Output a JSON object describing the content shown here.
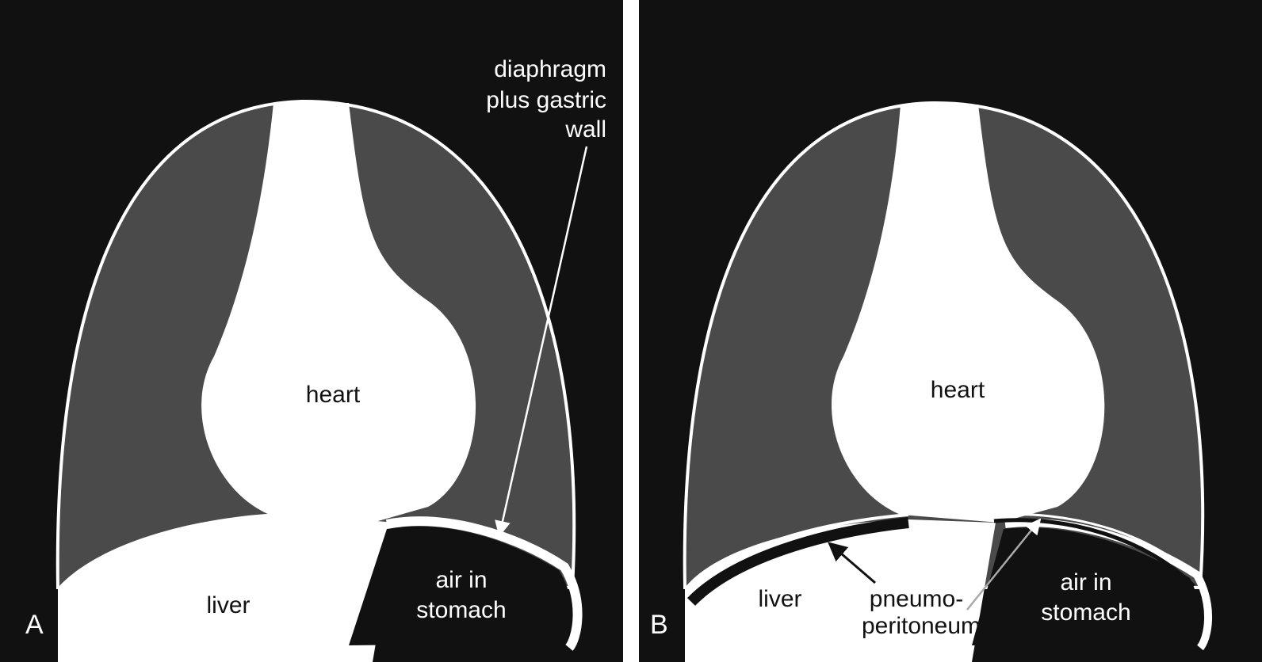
{
  "panels": [
    {
      "id": "A",
      "letter": "A",
      "labels": {
        "heart": "heart",
        "liver": "liver",
        "stomach_line1": "air in",
        "stomach_line2": "stomach",
        "diaphragm_line1": "diaphragm",
        "diaphragm_line2": "plus gastric",
        "diaphragm_line3": "wall"
      }
    },
    {
      "id": "B",
      "letter": "B",
      "labels": {
        "heart": "heart",
        "liver": "liver",
        "stomach_line1": "air in",
        "stomach_line2": "stomach",
        "pneumo_line1": "pneumo-",
        "pneumo_line2": "peritoneum"
      }
    }
  ],
  "colors": {
    "background": "#111111",
    "lung": "#4a4a4a",
    "soft_tissue": "#ffffff",
    "divider": "#ffffff"
  }
}
